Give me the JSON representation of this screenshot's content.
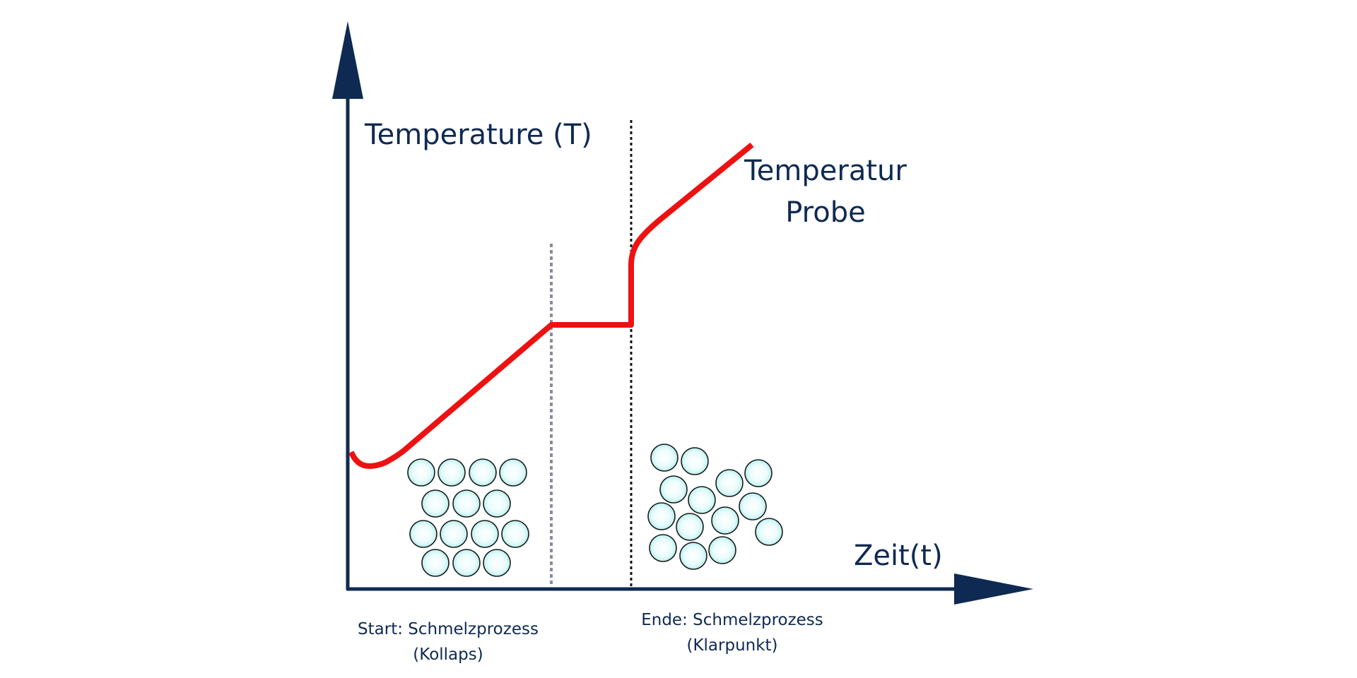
{
  "labels": {
    "y_axis": "Temperature (T)",
    "x_axis": "Zeit(t)",
    "curve_line1": "Temperatur",
    "curve_line2": "Probe",
    "start_line1": "Start: Schmelzprozess",
    "start_line2": "(Kollaps)",
    "end_line1": "Ende: Schmelzprozess",
    "end_line2": "(Klarpunkt)"
  },
  "colors": {
    "axis": "#0f2a52",
    "curve": "#ee1111",
    "start_marker": "#8c8c98",
    "end_marker": "#111111",
    "particle_fill": "#e8fbfb",
    "particle_stroke": "#1a1a1a",
    "text": "#0f2a52"
  },
  "icons": {
    "solid_particles": "packed-spheres-icon",
    "liquid_particles": "loose-spheres-icon"
  }
}
